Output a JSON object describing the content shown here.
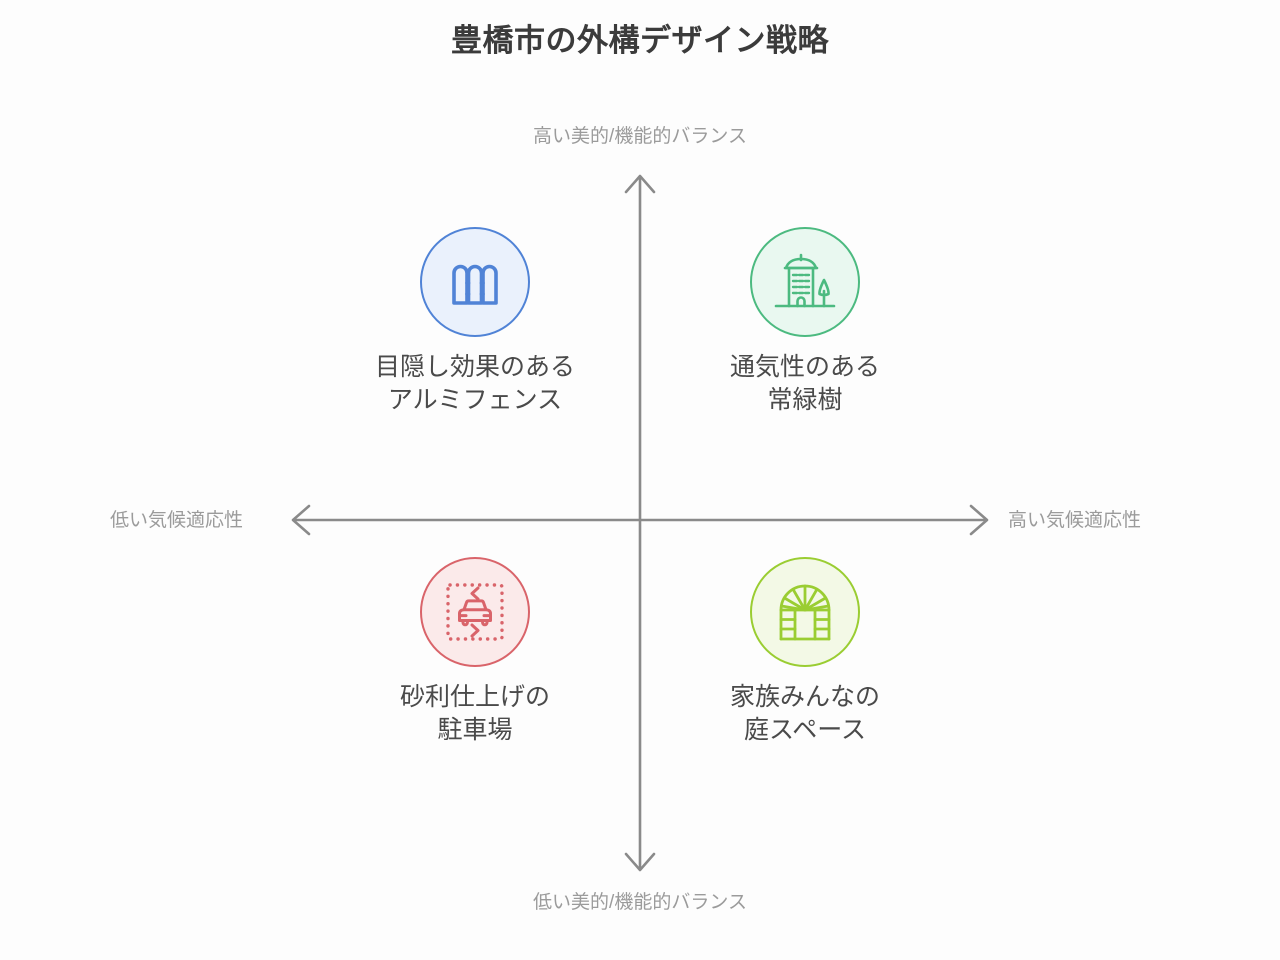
{
  "chart_data": {
    "type": "scatter",
    "subtype": "2x2-quadrant-matrix",
    "title": "豊橋市の外構デザイン戦略",
    "xlabel": "気候適応性",
    "ylabel": "美的/機能的バランス",
    "axes": {
      "x": {
        "low_label": "低い気候適応性",
        "high_label": "高い気候適応性"
      },
      "y": {
        "low_label": "低い美的/機能的バランス",
        "high_label": "高い美的/機能的バランス"
      }
    },
    "grid": false,
    "legend": "none",
    "items": [
      {
        "quadrant": "top-left",
        "label": "目隠し効果のある\nアルミフェンス",
        "x": -1,
        "y": 1,
        "color": "#5083d6",
        "icon": "fence-icon"
      },
      {
        "quadrant": "top-right",
        "label": "通気性のある\n常緑樹",
        "x": 1,
        "y": 1,
        "color": "#4cba80",
        "icon": "building-tree-icon"
      },
      {
        "quadrant": "bottom-left",
        "label": "砂利仕上げの\n駐車場",
        "x": -1,
        "y": -1,
        "color": "#d9646a",
        "icon": "parking-car-icon"
      },
      {
        "quadrant": "bottom-right",
        "label": "家族みんなの\n庭スペース",
        "x": 1,
        "y": -1,
        "color": "#9acd32",
        "icon": "pergola-arch-icon"
      }
    ]
  },
  "title": {
    "text": "豊橋市の外構デザイン戦略"
  },
  "axis_labels": {
    "top": "高い美的/機能的バランス",
    "bottom": "低い美的/機能的バランス",
    "left": "低い気候適応性",
    "right": "高い気候適応性"
  },
  "quadrants": {
    "top_left": {
      "label": "目隠し効果のある\nアルミフェンス",
      "icon": "fence-icon",
      "color": "#5083d6",
      "fill": "#eaf1fc"
    },
    "top_right": {
      "label": "通気性のある\n常緑樹",
      "icon": "building-tree-icon",
      "color": "#4cba80",
      "fill": "#e9f8f0"
    },
    "bottom_left": {
      "label": "砂利仕上げの\n駐車場",
      "icon": "parking-car-icon",
      "color": "#d9646a",
      "fill": "#fbeaea"
    },
    "bottom_right": {
      "label": "家族みんなの\n庭スペース",
      "icon": "pergola-arch-icon",
      "color": "#9acd32",
      "fill": "#f3f9e6"
    }
  },
  "colors": {
    "background": "#fdfdfd",
    "title_text": "#3b3b3b",
    "item_text": "#4a4a4a",
    "axis_label_text": "#9b9b9b",
    "axis_line": "#8a8a8a",
    "blue": "#5083d6",
    "green": "#4cba80",
    "red": "#d9646a",
    "lime": "#9acd32"
  }
}
